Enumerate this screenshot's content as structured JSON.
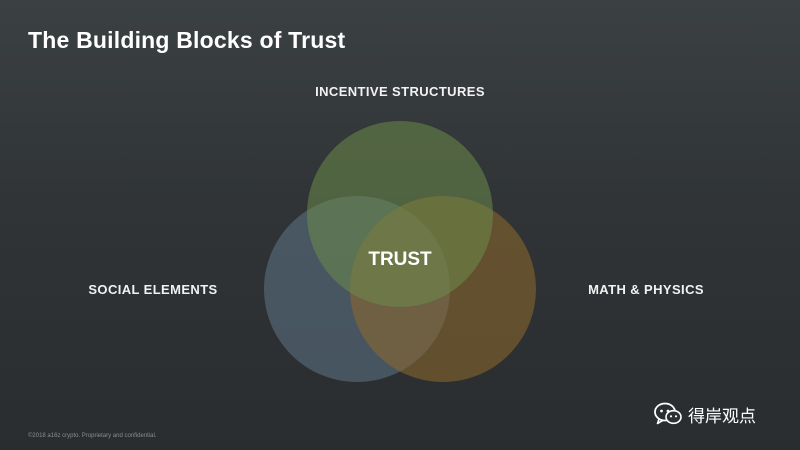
{
  "slide": {
    "title": "The Building Blocks of Trust",
    "footer": "©2018 a16z crypto. Proprietary and confidential."
  },
  "venn": {
    "sets": [
      {
        "label": "INCENTIVE STRUCTURES",
        "color": "#6b8a4a"
      },
      {
        "label": "SOCIAL ELEMENTS",
        "color": "#5f7588"
      },
      {
        "label": "MATH & PHYSICS",
        "color": "#8f6a2c"
      }
    ],
    "intersection_label": "TRUST"
  },
  "watermark": {
    "icon": "wechat-icon",
    "text": "得岸观点"
  },
  "colors": {
    "background_top": "#3b4042",
    "background_bottom": "#2a2d2f",
    "text": "#ffffff"
  }
}
